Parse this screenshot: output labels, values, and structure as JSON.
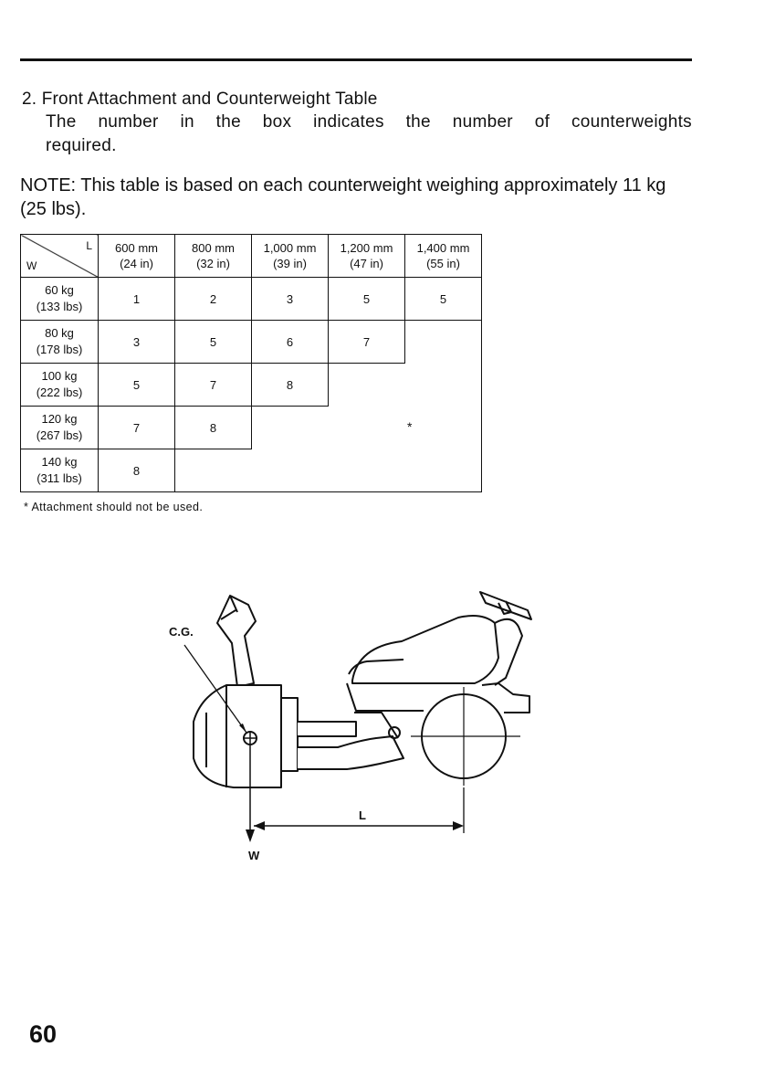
{
  "section": {
    "heading": "2. Front Attachment and Counterweight Table",
    "desc_line1": "The number in the box indicates the number of counterweights",
    "desc_line2": "required."
  },
  "note": "NOTE: This table is based on each counterweight weighing approximately 11 kg (25 lbs).",
  "table": {
    "corner_l": "L",
    "corner_w": "W",
    "columns": [
      {
        "mm": "600 mm",
        "in": "(24 in)"
      },
      {
        "mm": "800 mm",
        "in": "(32 in)"
      },
      {
        "mm": "1,000 mm",
        "in": "(39 in)"
      },
      {
        "mm": "1,200 mm",
        "in": "(47 in)"
      },
      {
        "mm": "1,400 mm",
        "in": "(55 in)"
      }
    ],
    "rows": [
      {
        "kg": "60 kg",
        "lbs": "(133 lbs)",
        "values": [
          "1",
          "2",
          "3",
          "5",
          "5"
        ]
      },
      {
        "kg": "80 kg",
        "lbs": "(178 lbs)",
        "values": [
          "3",
          "5",
          "6",
          "7"
        ]
      },
      {
        "kg": "100 kg",
        "lbs": "(222 lbs)",
        "values": [
          "5",
          "7",
          "8"
        ]
      },
      {
        "kg": "120 kg",
        "lbs": "(267 lbs)",
        "values": [
          "7",
          "8"
        ]
      },
      {
        "kg": "140 kg",
        "lbs": "(311 lbs)",
        "values": [
          "8"
        ]
      }
    ],
    "star_mark": "*"
  },
  "footnote": "* Attachment should not be used.",
  "figure": {
    "cg_label": "C.G.",
    "l_label": "L",
    "w_label": "W"
  },
  "page_number": "60"
}
